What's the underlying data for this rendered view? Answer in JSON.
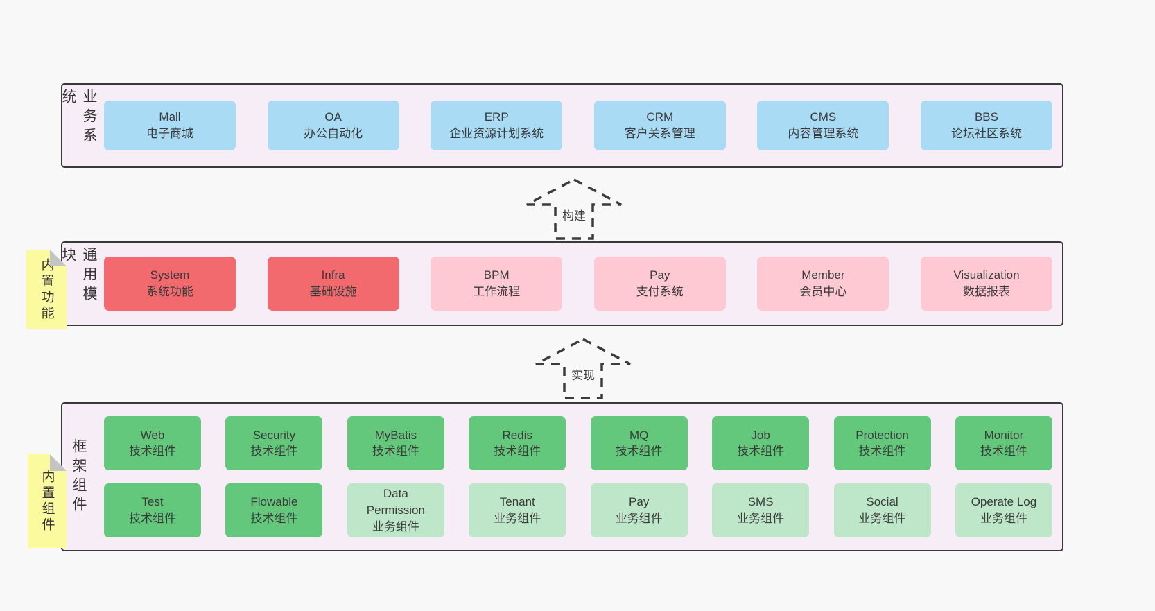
{
  "colors": {
    "page_bg": "#f8f8f8",
    "layer_bg": "#f7edf6",
    "layer_border": "#3a3a3a",
    "box_blue": "#a9dbf5",
    "box_red": "#f2696e",
    "box_pink": "#ffc9d3",
    "box_green": "#63c77c",
    "box_lightgreen": "#bde7c8",
    "sticky_yellow": "#fbfa9e",
    "sticky_fold_gray": "#c4c4c4",
    "text": "#3c3c3c"
  },
  "layers": [
    {
      "id": "business-systems",
      "label": "业务系统",
      "rows": [
        [
          {
            "title": "Mall",
            "subtitle": "电子商城",
            "variant": "blue"
          },
          {
            "title": "OA",
            "subtitle": "办公自动化",
            "variant": "blue"
          },
          {
            "title": "ERP",
            "subtitle": "企业资源计划系统",
            "variant": "blue"
          },
          {
            "title": "CRM",
            "subtitle": "客户关系管理",
            "variant": "blue"
          },
          {
            "title": "CMS",
            "subtitle": "内容管理系统",
            "variant": "blue"
          },
          {
            "title": "BBS",
            "subtitle": "论坛社区系统",
            "variant": "blue"
          }
        ]
      ]
    },
    {
      "id": "common-modules",
      "label": "通用模块",
      "sticky": "内置功能",
      "rows": [
        [
          {
            "title": "System",
            "subtitle": "系统功能",
            "variant": "red"
          },
          {
            "title": "Infra",
            "subtitle": "基础设施",
            "variant": "red"
          },
          {
            "title": "BPM",
            "subtitle": "工作流程",
            "variant": "pink"
          },
          {
            "title": "Pay",
            "subtitle": "支付系统",
            "variant": "pink"
          },
          {
            "title": "Member",
            "subtitle": "会员中心",
            "variant": "pink"
          },
          {
            "title": "Visualization",
            "subtitle": "数据报表",
            "variant": "pink"
          }
        ]
      ]
    },
    {
      "id": "framework-components",
      "label": "框架组件",
      "sticky": "内置组件",
      "rows": [
        [
          {
            "title": "Web",
            "subtitle": "技术组件",
            "variant": "green"
          },
          {
            "title": "Security",
            "subtitle": "技术组件",
            "variant": "green"
          },
          {
            "title": "MyBatis",
            "subtitle": "技术组件",
            "variant": "green"
          },
          {
            "title": "Redis",
            "subtitle": "技术组件",
            "variant": "green"
          },
          {
            "title": "MQ",
            "subtitle": "技术组件",
            "variant": "green"
          },
          {
            "title": "Job",
            "subtitle": "技术组件",
            "variant": "green"
          },
          {
            "title": "Protection",
            "subtitle": "技术组件",
            "variant": "green"
          },
          {
            "title": "Monitor",
            "subtitle": "技术组件",
            "variant": "green"
          }
        ],
        [
          {
            "title": "Test",
            "subtitle": "技术组件",
            "variant": "green"
          },
          {
            "title": "Flowable",
            "subtitle": "技术组件",
            "variant": "green"
          },
          {
            "title": "Data\nPermission",
            "subtitle": "业务组件",
            "variant": "lightgreen"
          },
          {
            "title": "Tenant",
            "subtitle": "业务组件",
            "variant": "lightgreen"
          },
          {
            "title": "Pay",
            "subtitle": "业务组件",
            "variant": "lightgreen"
          },
          {
            "title": "SMS",
            "subtitle": "业务组件",
            "variant": "lightgreen"
          },
          {
            "title": "Social",
            "subtitle": "业务组件",
            "variant": "lightgreen"
          },
          {
            "title": "Operate Log",
            "subtitle": "业务组件",
            "variant": "lightgreen"
          }
        ]
      ]
    }
  ],
  "arrows": [
    {
      "label": "构建"
    },
    {
      "label": "实现"
    }
  ]
}
